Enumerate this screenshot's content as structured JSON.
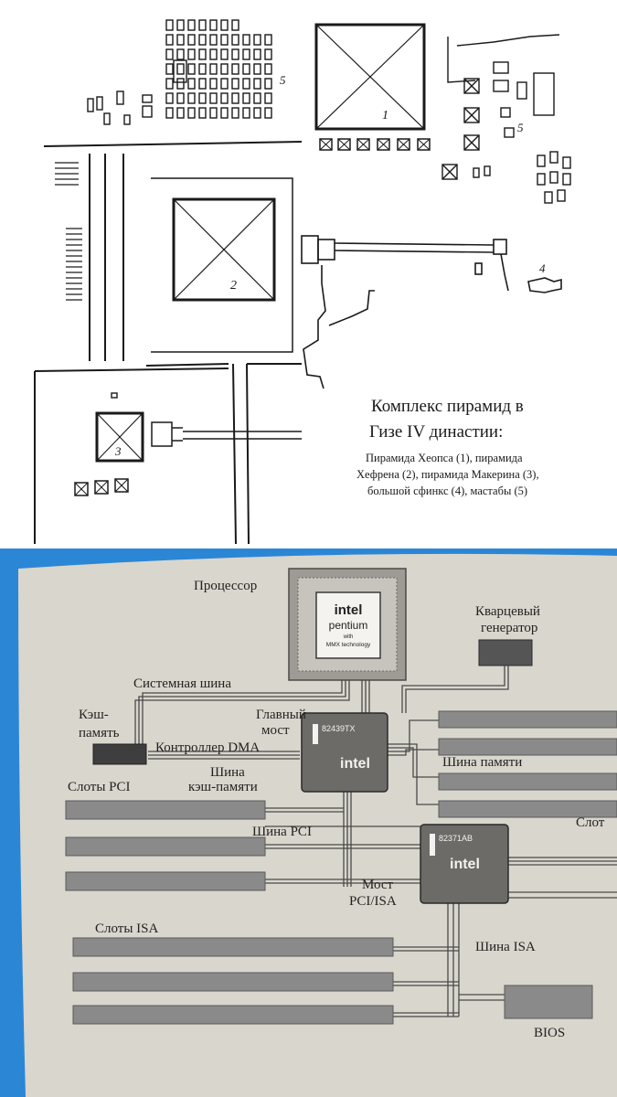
{
  "giza": {
    "title_line1": "Комплекс пирамид в",
    "title_line2": "Гизе IV династии:",
    "caption_line1": "Пирамида Хеопса (1),  пирамида",
    "caption_line2": "Хефрена (2), пирамида Макерина (3),",
    "caption_line3": "большой сфинкс (4), мастабы (5)",
    "labels": {
      "p1": "1",
      "p2": "2",
      "p3": "3",
      "sphinx": "4",
      "mastaba_west": "5",
      "mastaba_east": "5"
    }
  },
  "board": {
    "processor": "Процессор",
    "cpu_chip": {
      "brand": "intel",
      "model": "pentium",
      "with": "with",
      "tech": "MMX technology"
    },
    "crystal_line1": "Кварцевый",
    "crystal_line2": "генератор",
    "system_bus": "Системная шина",
    "cache_line1": "Кэш-",
    "cache_line2": "память",
    "northbridge_line1": "Главный",
    "northbridge_line2": "мост",
    "northbridge_chip": {
      "model": "82439TX",
      "brand": "intel"
    },
    "dma_controller": "Контроллер DMA",
    "memory_bus": "Шина памяти",
    "pci_slots": "Слоты PCI",
    "cache_bus_line1": "Шина",
    "cache_bus_line2": "кэш-памяти",
    "pci_bus": "Шина PCI",
    "slots_cut": "Слот",
    "southbridge_chip": {
      "model": "82371AB",
      "brand": "intel"
    },
    "pci_isa_bridge_line1": "Мост",
    "pci_isa_bridge_line2": "PCI/ISA",
    "isa_slots": "Слоты ISA",
    "isa_bus": "Шина ISA",
    "bios": "BIOS"
  },
  "colors": {
    "page_bg": "#ffffff",
    "ink": "#1a1a1a",
    "board_paper": "#d9d6cd",
    "accent_blue": "#2b86d6",
    "slot_gray": "#8a8a8a"
  }
}
